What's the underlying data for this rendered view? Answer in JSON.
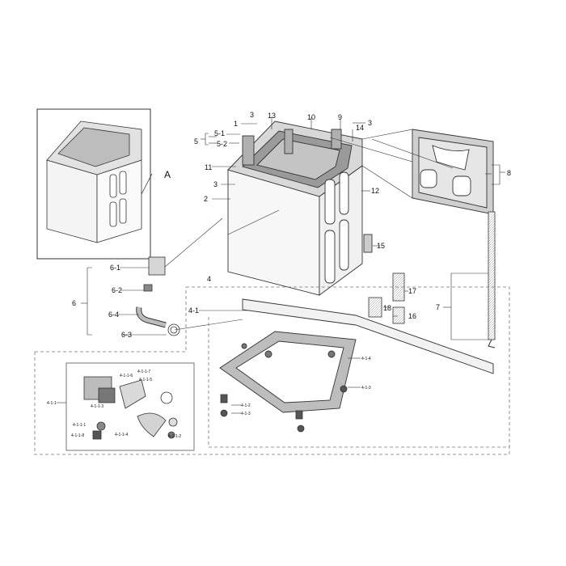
{
  "labels": {
    "A": "A",
    "p1": "1",
    "p2": "2",
    "p3a": "3",
    "p3b": "3",
    "p3c": "3",
    "p4": "4",
    "p4_1": "4-1",
    "p4_1_1": "4-1-1",
    "p4_1_2": "4-1-2",
    "p4_1_3a": "4-1-3",
    "p4_1_3b": "4-1-3",
    "p4_1_4": "4-1-4",
    "p5": "5",
    "p5_1": "5-1",
    "p5_2": "5-2",
    "p6": "6",
    "p6_1": "6-1",
    "p6_2": "6-2",
    "p6_3": "6-3",
    "p6_4": "6-4",
    "p7": "7",
    "p8": "8",
    "p9": "9",
    "p10": "10",
    "p11": "11",
    "p12": "12",
    "p13": "13",
    "p14": "14",
    "p15": "15",
    "p16": "16",
    "p17": "17",
    "p18": "18",
    "s4_1_1_7": "4-1-1-7",
    "s4_1_1_6": "4-1-1-6",
    "s4_1_1_5": "4-1-1-5",
    "s4_1_1_3": "4-1-1-3",
    "s4_1_1_1": "4-1-1-1",
    "s4_1_1_8": "4-1-1-8",
    "s4_1_1_4": "4-1-1-4",
    "s4_1_1_2": "4-1-1-2"
  },
  "colors": {
    "line": "#333333",
    "part_fill": "#d9d9d9",
    "dark_fill": "#555555",
    "dashed": "#777777"
  }
}
